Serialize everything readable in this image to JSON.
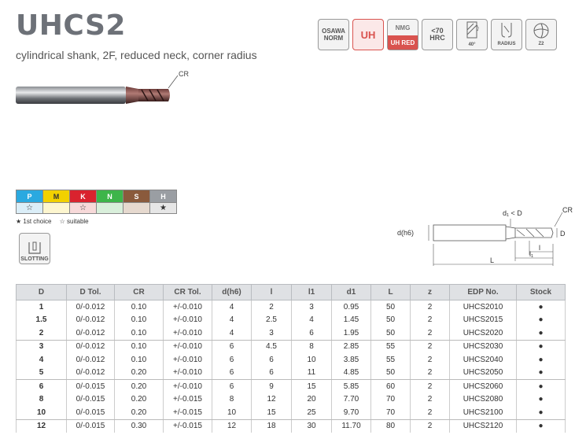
{
  "title": "UHCS2",
  "subtitle": "cylindrical shank, 2F, reduced neck, corner radius",
  "tool_label": "CR",
  "badges": {
    "osawa": [
      "OSAWA",
      "NORM"
    ],
    "uh": "UH",
    "nmg": [
      "NMG",
      "UH RED"
    ],
    "hrc": [
      "<70",
      "HRC"
    ],
    "helix": "40°",
    "radius": "RADIUS",
    "z": "Z2"
  },
  "materials": {
    "headers": [
      "P",
      "M",
      "K",
      "N",
      "S",
      "H"
    ],
    "colors": [
      "#2aa9e0",
      "#f2d100",
      "#d9232e",
      "#3db54a",
      "#8a5a3c",
      "#9a9ea3"
    ],
    "light_colors": [
      "#dbeef8",
      "#fdf6cf",
      "#f7d9d9",
      "#d9efdb",
      "#e6d9cf",
      "#e6e6e6"
    ],
    "symbols": [
      "☆",
      "",
      "☆",
      "",
      "",
      "★"
    ]
  },
  "legend": {
    "first": "★ 1st choice",
    "suitable": "☆ suitable"
  },
  "slotting": "SLOTTING",
  "diagram": {
    "cr": "CR",
    "d1": "d₁ < D",
    "dh6": "d(h6)",
    "D": "D",
    "l": "l",
    "l1": "l₁",
    "L": "L"
  },
  "table": {
    "headers": [
      "D",
      "D Tol.",
      "CR",
      "CR Tol.",
      "d(h6)",
      "l",
      "l1",
      "d1",
      "L",
      "z",
      "EDP No.",
      "Stock"
    ],
    "rows": [
      [
        "1",
        "0/-0.012",
        "0.10",
        "+/-0.010",
        "4",
        "2",
        "3",
        "0.95",
        "50",
        "2",
        "UHCS2010",
        "●"
      ],
      [
        "1.5",
        "0/-0.012",
        "0.10",
        "+/-0.010",
        "4",
        "2.5",
        "4",
        "1.45",
        "50",
        "2",
        "UHCS2015",
        "●"
      ],
      [
        "2",
        "0/-0.012",
        "0.10",
        "+/-0.010",
        "4",
        "3",
        "6",
        "1.95",
        "50",
        "2",
        "UHCS2020",
        "●"
      ],
      [
        "3",
        "0/-0.012",
        "0.10",
        "+/-0.010",
        "6",
        "4.5",
        "8",
        "2.85",
        "55",
        "2",
        "UHCS2030",
        "●"
      ],
      [
        "4",
        "0/-0.012",
        "0.10",
        "+/-0.010",
        "6",
        "6",
        "10",
        "3.85",
        "55",
        "2",
        "UHCS2040",
        "●"
      ],
      [
        "5",
        "0/-0.012",
        "0.20",
        "+/-0.010",
        "6",
        "6",
        "11",
        "4.85",
        "50",
        "2",
        "UHCS2050",
        "●"
      ],
      [
        "6",
        "0/-0.015",
        "0.20",
        "+/-0.010",
        "6",
        "9",
        "15",
        "5.85",
        "60",
        "2",
        "UHCS2060",
        "●"
      ],
      [
        "8",
        "0/-0.015",
        "0.20",
        "+/-0.015",
        "8",
        "12",
        "20",
        "7.70",
        "70",
        "2",
        "UHCS2080",
        "●"
      ],
      [
        "10",
        "0/-0.015",
        "0.20",
        "+/-0.015",
        "10",
        "15",
        "25",
        "9.70",
        "70",
        "2",
        "UHCS2100",
        "●"
      ],
      [
        "12",
        "0/-0.015",
        "0.30",
        "+/-0.015",
        "12",
        "18",
        "30",
        "11.70",
        "80",
        "2",
        "UHCS2120",
        "●"
      ]
    ]
  }
}
